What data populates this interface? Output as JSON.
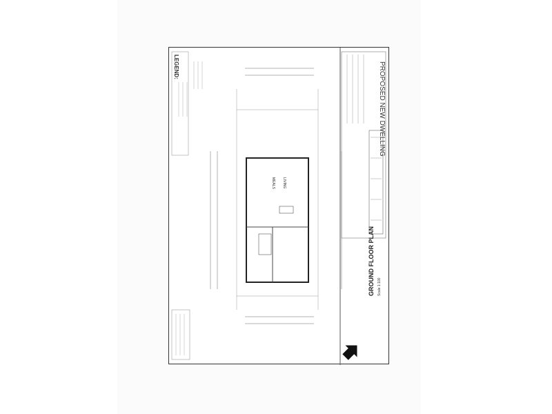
{
  "legend": {
    "title": "LEGEND:"
  },
  "plan": {
    "title": "GROUND FLOOR PLAN",
    "scale": "Scale 1:100",
    "rooms": {
      "meals": "MEALS",
      "living": "LIVING"
    }
  },
  "titleblock": {
    "project": "PROPOSED NEW DWELLING"
  },
  "colors": {
    "ink": "#333333",
    "light_ink": "#888888",
    "paper": "#ffffff"
  }
}
